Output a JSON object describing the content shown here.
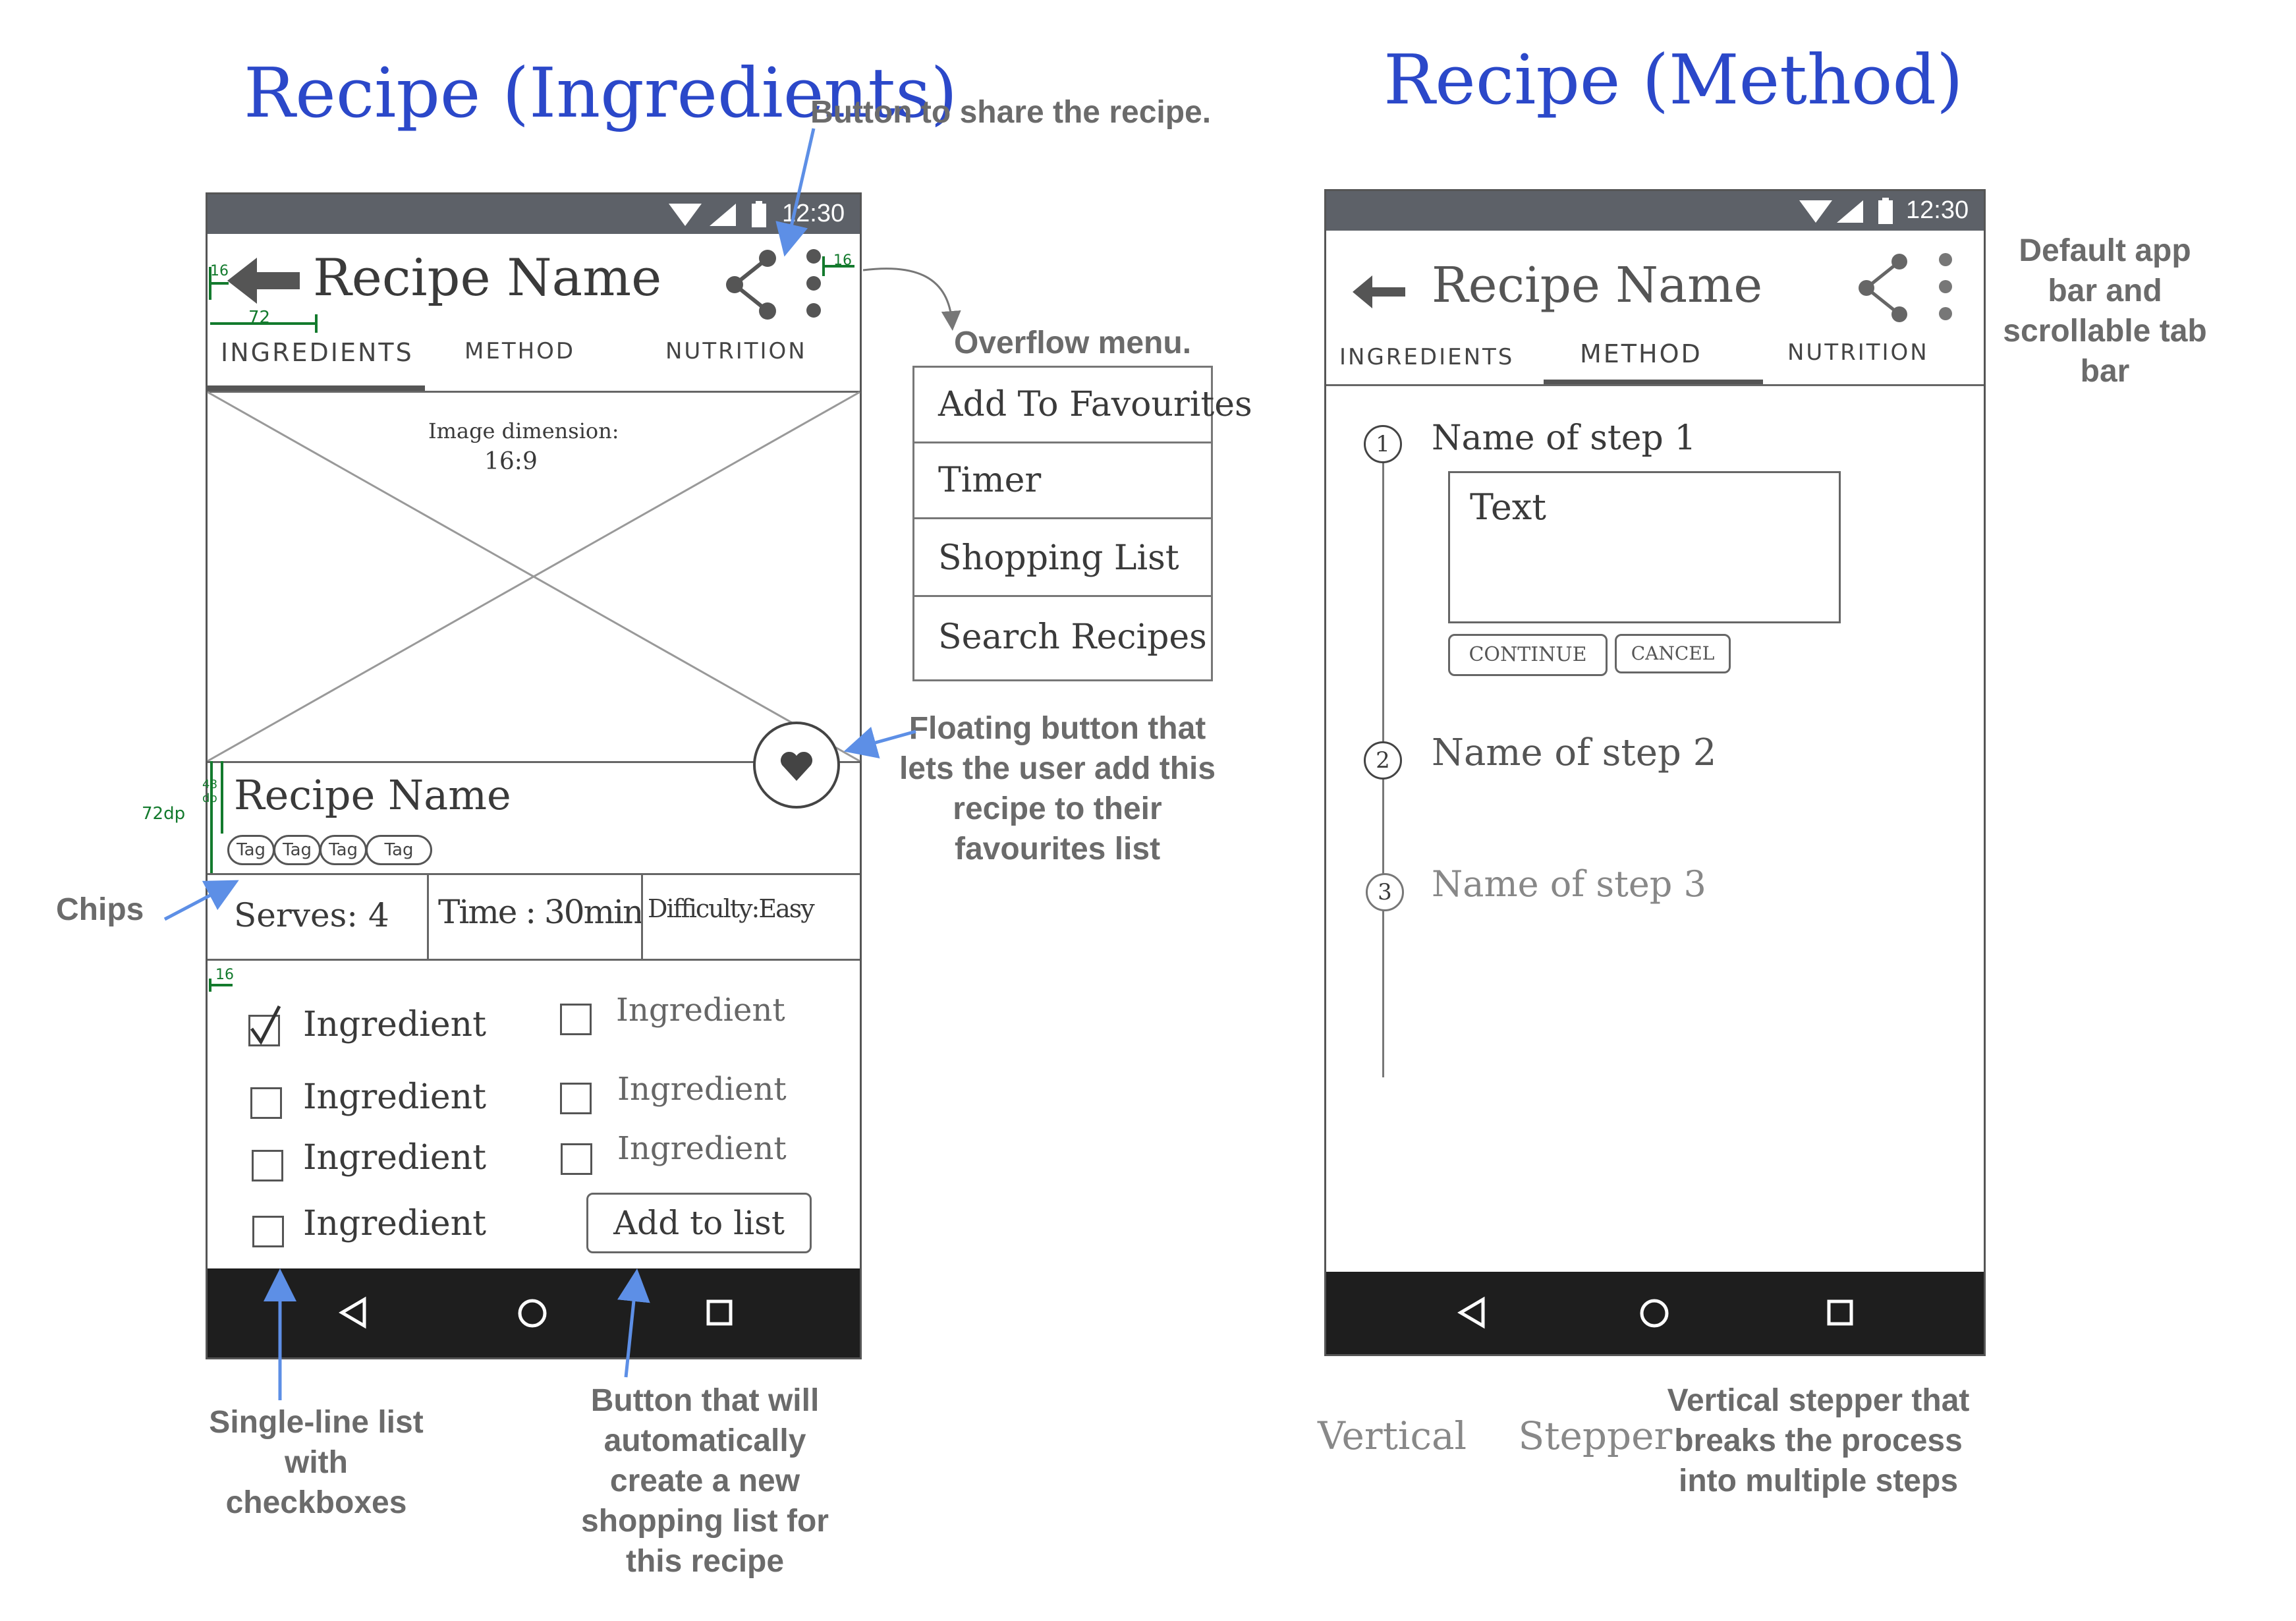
{
  "headings": {
    "left": "Recipe (Ingredients)",
    "right": "Recipe (Method)"
  },
  "annotations": {
    "share": "Button to share the recipe.",
    "overflow": "Overflow menu.",
    "floating": "Floating button that lets the user add this recipe to their favourites list",
    "chips": "Chips",
    "single_line": "Single-line list with checkboxes",
    "add_button": "Button that will automatically create a new shopping list for this recipe",
    "default_bar": "Default app bar and scrollable tab bar",
    "vertical_stepper_note": "Vertical stepper that breaks the process into multiple steps",
    "vertical_stepper_label": "Vertical Stepper"
  },
  "dimensions": {
    "d16a": "16",
    "d72": "72",
    "d16b": "16",
    "d72dp": "72dp",
    "d48": "48 dp",
    "d16c": "16"
  },
  "left_phone": {
    "time": "12:30",
    "app_title": "Recipe Name",
    "tabs": [
      "INGREDIENTS",
      "METHOD",
      "NUTRITION"
    ],
    "image_note_1": "Image dimension:",
    "image_note_2": "16:9",
    "recipe_name": "Recipe Name",
    "chips": [
      "Tag",
      "Tag",
      "Tag",
      "Tag"
    ],
    "info": [
      "Serves: 4",
      "Time : 30min",
      "Difficulty:Easy"
    ],
    "ingredients_left": [
      {
        "label": "Ingredient",
        "checked": true
      },
      {
        "label": "Ingredient",
        "checked": false
      },
      {
        "label": "Ingredient",
        "checked": false
      },
      {
        "label": "Ingredient",
        "checked": false
      }
    ],
    "ingredients_right": [
      {
        "label": "Ingredient",
        "checked": false
      },
      {
        "label": "Ingredient",
        "checked": false
      },
      {
        "label": "Ingredient",
        "checked": false
      }
    ],
    "add_button": "Add to list"
  },
  "overflow_menu": [
    "Add To Favourites",
    "Timer",
    "Shopping List",
    "Search Recipes"
  ],
  "right_phone": {
    "time": "12:30",
    "app_title": "Recipe Name",
    "tabs": [
      "INGREDIENTS",
      "METHOD",
      "NUTRITION"
    ],
    "steps": [
      {
        "num": "1",
        "name": "Name of step 1"
      },
      {
        "num": "2",
        "name": "Name of step 2"
      },
      {
        "num": "3",
        "name": "Name of step 3"
      }
    ],
    "text_field": "Text",
    "continue": "CONTINUE",
    "cancel": "CANCEL"
  }
}
